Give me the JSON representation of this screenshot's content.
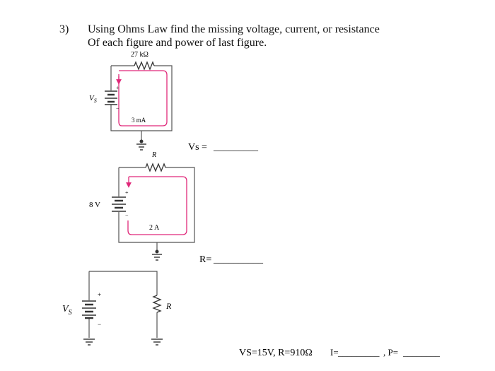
{
  "question": {
    "number": "3)",
    "line1": "Using Ohms Law find the missing voltage, current, or resistance",
    "line2": "Of each figure and power of last figure."
  },
  "figure1": {
    "resistor_label": "27 kΩ",
    "source_label": "V",
    "source_subscript": "S",
    "current_label": "3 mA",
    "plus_sign": "+",
    "minus_sign": "−",
    "answer_label": "Vs = ",
    "answer_blank": "_________"
  },
  "figure2": {
    "resistor_label": "R",
    "source_label": "8 V",
    "current_label": "2 A",
    "plus_sign": "+",
    "minus_sign": "−",
    "answer_label": "R=",
    "answer_blank": "__________"
  },
  "figure3": {
    "source_label": "V",
    "source_subscript": "S",
    "resistor_label": "R",
    "plus_sign": "+",
    "minus_sign": "−",
    "given": "VS=15V, R=910Ω",
    "current_label": "I=",
    "current_blank": "_________",
    "power_label": ", P=",
    "power_blank": "________"
  },
  "colors": {
    "wire": "#555555",
    "current_loop": "#e0287a",
    "text": "#111111"
  }
}
